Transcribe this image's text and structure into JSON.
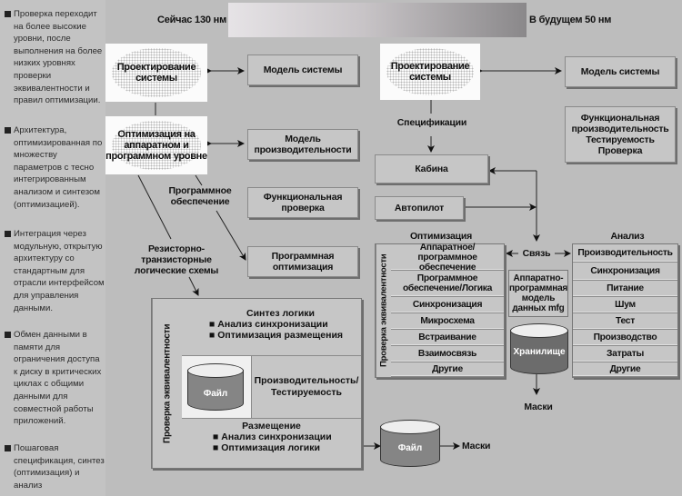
{
  "sidebar": {
    "bullets": [
      "Проверка переходит на более высокие уровни, после выполнения на более низких уровнях проверки эквивалентности и правил оптимизации.",
      "Архитектура, оптимизированная по множеству параметров с тесно интегрированным анализом и синтезом (оптимизацией).",
      "Интеграция через модульную, открытую архитектуру со стандартным для отрасли интерфейсом для управления данными.",
      "Обмен данными в памяти для ограничения доступа к диску в критических циклах с общими данными для совместной работы приложений.",
      "Пошаговая спецификация, синтез (оптимизация) и анализ"
    ]
  },
  "header": {
    "now_label": "Сейчас 130 нм",
    "future_label": "В будущем 50 нм"
  },
  "left_flow": {
    "system_design": "Проектирование системы",
    "system_model": "Модель системы",
    "hw_sw_optimization": "Оптимизация на аппаратном и программном уровне",
    "performance_model": "Модель производительности",
    "software_label": "Программное обеспечение",
    "functional_verification": "Функциональная проверка",
    "software_optimization": "Программная оптимизация",
    "rtl_label": "Резисторно-транзисторные логические схемы",
    "equivalence_check": "Проверка эквивалентности",
    "logic_synthesis": {
      "title": "Синтез логики",
      "items": [
        "Анализ синхронизации",
        "Оптимизация размещения"
      ]
    },
    "file_label": "Файл",
    "perf_testability": "Производительность/ Тестируемость",
    "placement": {
      "title": "Размещение",
      "items": [
        "Анализ синхронизации",
        "Оптимизация логики"
      ]
    },
    "output_file": "Файл",
    "masks": "Маски"
  },
  "right_flow": {
    "system_design": "Проектирование системы",
    "system_model": "Модель системы",
    "features_box": [
      "Функциональная",
      "производительность",
      "Тестируемость",
      "Проверка"
    ],
    "specifications": "Спецификации",
    "cabin": "Кабина",
    "autopilot": "Автопилот",
    "optimization_title": "Оптимизация",
    "equivalence_check": "Проверка эквивалентности",
    "optimization_rows": [
      "Аппаратное/программное обеспечение",
      "Программное обеспечение/Логика",
      "Синхронизация",
      "Микросхема",
      "Встраивание",
      "Взаимосвязь",
      "Другие"
    ],
    "link_label": "Связь",
    "hw_sw_data_model": "Аппаратно-программная модель данных mfg",
    "storage": "Хранилище",
    "masks": "Маски",
    "analysis_title": "Анализ",
    "analysis_rows": [
      "Производительность",
      "Синхронизация",
      "Питание",
      "Шум",
      "Тест",
      "Производство",
      "Затраты",
      "Другие"
    ]
  }
}
